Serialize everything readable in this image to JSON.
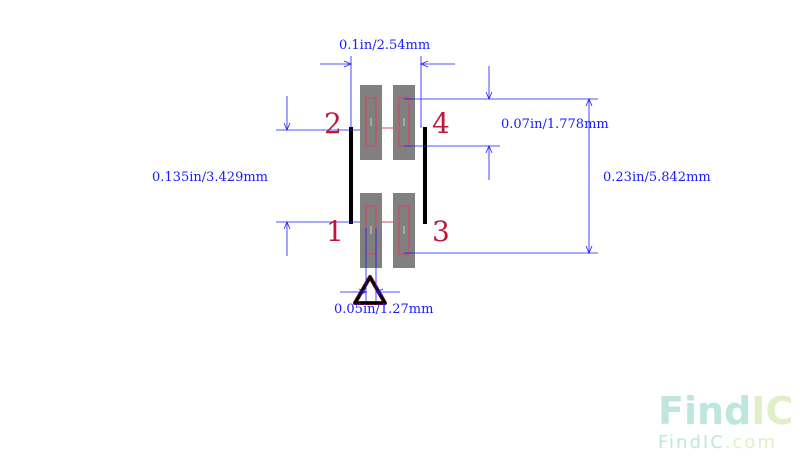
{
  "dimensions": {
    "pitch": "0.1in/2.54mm",
    "pad_length": "0.07in/1.778mm",
    "row_spacing": "0.135in/3.429mm",
    "overall_height": "0.23in/5.842mm",
    "pad_width": "0.05in/1.27mm"
  },
  "pins": {
    "p1": "1",
    "p2": "2",
    "p3": "3",
    "p4": "4"
  },
  "watermark": {
    "brand_part1": "Find",
    "brand_part2": "IC",
    "site_part1": "FindIC",
    "site_part2": ".com"
  },
  "colors": {
    "dimension": "#1a1aff",
    "pad_fill": "#808080",
    "pad_outline": "#e0405a",
    "pin_label": "#c0163c",
    "silkscreen": "#000000",
    "watermark_primary": "#bfe6dc",
    "watermark_accent": "#dff0c8"
  }
}
